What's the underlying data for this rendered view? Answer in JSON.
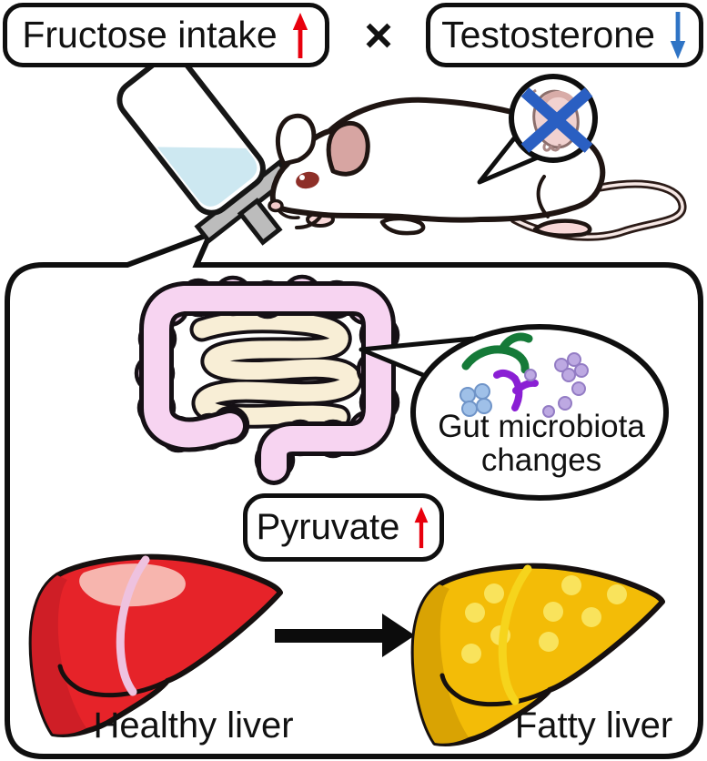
{
  "figure": {
    "header": {
      "fructose_box": {
        "label": "Fructose intake",
        "arrow_direction": "up",
        "arrow_color": "#e8000d"
      },
      "operator": "×",
      "testosterone_box": {
        "label": "Testosterone",
        "arrow_direction": "down",
        "arrow_color": "#2f74c5"
      }
    },
    "mouse_scene": {
      "water_bottle_icon": "water-bottle-with-liquid",
      "liquid_color": "#cde8f1",
      "mouse_icon": "white-laboratory-mouse",
      "castration_callout_icon": "testis-crossed-out",
      "castration_cross_color": "#2a5fc2"
    },
    "panel": {
      "intestine_icon": "intestine",
      "colon_color": "#f7d4f1",
      "small_intestine_color": "#f8eed6",
      "gut_bubble": {
        "line1": "Gut microbiota",
        "line2": "changes"
      },
      "bacteria_colors": {
        "rod_green": "#157a38",
        "rod_purple": "#8a1fd4",
        "cocci_blue": "#9fc0e8",
        "cocci_lavender": "#bda9e2"
      },
      "pyruvate_box": {
        "label": "Pyruvate",
        "arrow_direction": "up",
        "arrow_color": "#e8000d"
      },
      "healthy_liver": {
        "label": "Healthy liver",
        "color": "#e62329"
      },
      "fatty_liver": {
        "label": "Fatty liver",
        "color": "#f3bc07"
      },
      "transition_arrow_color": "#0c0c0c"
    }
  }
}
